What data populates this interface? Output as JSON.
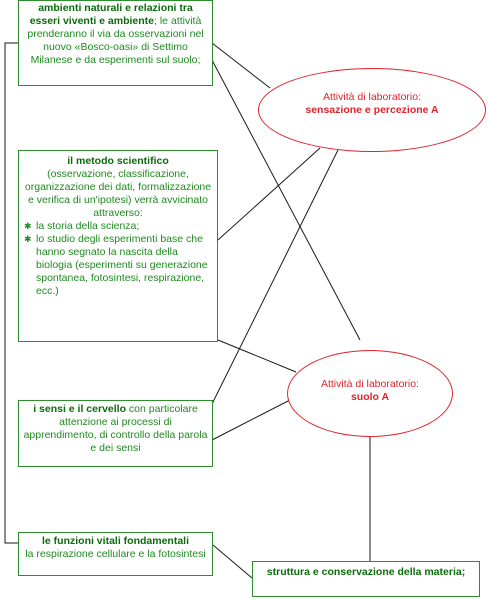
{
  "box1": {
    "bold": "ambienti naturali e relazioni tra esseri viventi e ambiente",
    "text": "; le attività prenderanno il via da osservazioni nel nuovo «Bosco-oasi» di Settimo Milanese e da esperimenti sul suolo;"
  },
  "ellipse1": {
    "small": "Attività di laboratorio:",
    "big": "sensazione e percezione A"
  },
  "box2": {
    "bold": "il metodo scientifico",
    "text": "(osservazione, classificazione, organizzazione dei dati, formalizzazione e verifica di un'ipotesi) verrà avvicinato attraverso:",
    "bullets": [
      "la storia della scienza;",
      "lo studio degli esperimenti base che hanno segnato la nascita della biologia (esperimenti su generazione spontanea, fotosintesi, respirazione, ecc.)"
    ]
  },
  "ellipse2": {
    "small": "Attività di laboratorio:",
    "big": "suolo A"
  },
  "box3": {
    "bold": "i sensi e il cervello",
    "text": " con particolare attenzione ai processi di apprendimento, di controllo della parola e dei sensi"
  },
  "box4": {
    "bold": "le funzioni vitali fondamentali",
    "text": "la respirazione cellulare e la fotosintesi"
  },
  "box5": {
    "bold": "struttura e conservazione della materia;"
  },
  "colors": {
    "green_text": "#1f8a1f",
    "green_border": "#2e8b2e",
    "red": "#e0242c",
    "line": "#1a1a1a"
  }
}
